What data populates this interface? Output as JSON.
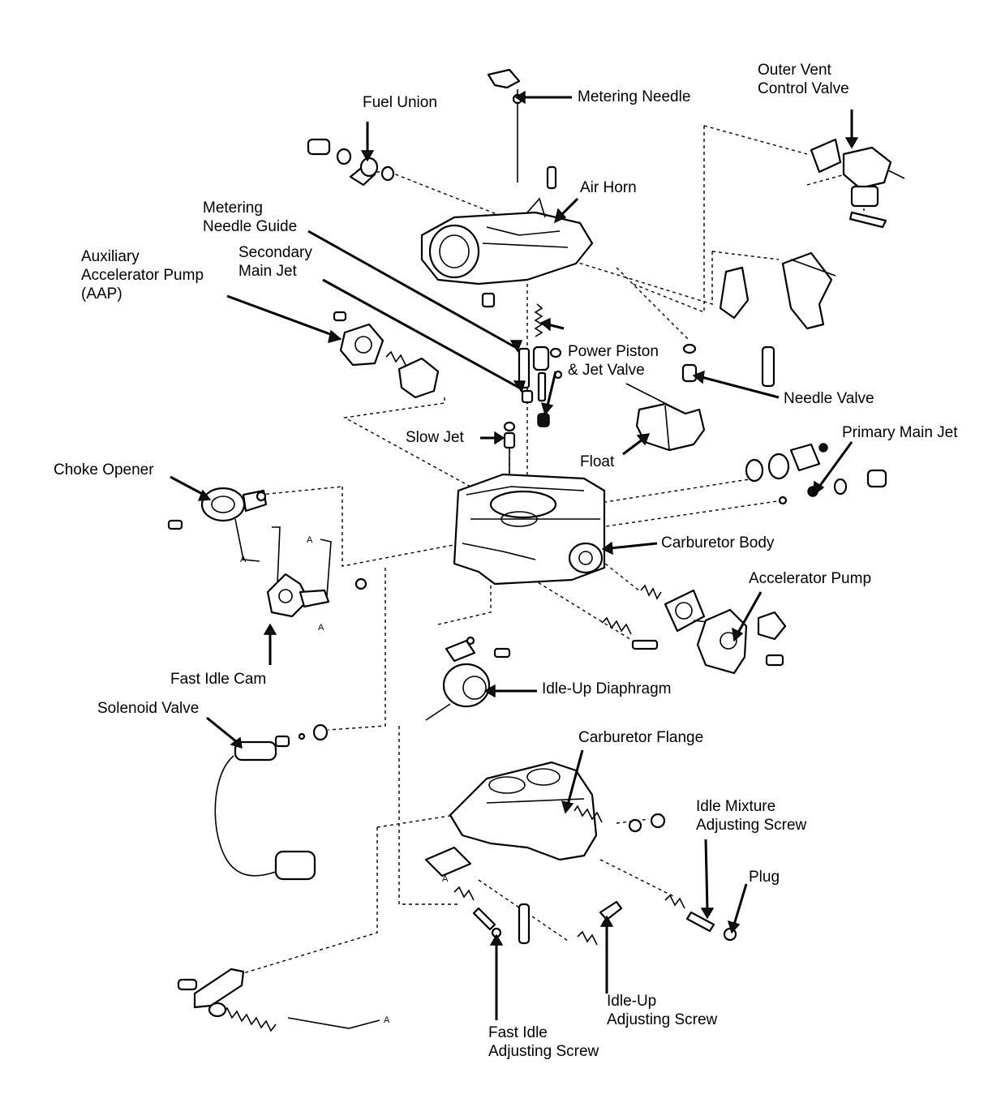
{
  "labels": {
    "fuel_union": [
      "Fuel Union"
    ],
    "metering_needle": [
      "Metering Needle"
    ],
    "outer_vent_control_valve": [
      "Outer Vent",
      "Control Valve"
    ],
    "air_horn": [
      "Air Horn"
    ],
    "metering_needle_guide": [
      "Metering",
      "Needle Guide"
    ],
    "secondary_main_jet": [
      "Secondary",
      "Main Jet"
    ],
    "auxiliary_accelerator_pump": [
      "Auxiliary",
      "Accelerator Pump",
      "(AAP)"
    ],
    "power_piston_jet_valve": [
      "Power Piston",
      "& Jet Valve"
    ],
    "needle_valve": [
      "Needle Valve"
    ],
    "slow_jet": [
      "Slow Jet"
    ],
    "primary_main_jet": [
      "Primary Main Jet"
    ],
    "float": [
      "Float"
    ],
    "choke_opener": [
      "Choke Opener"
    ],
    "carburetor_body": [
      "Carburetor Body"
    ],
    "accelerator_pump": [
      "Accelerator Pump"
    ],
    "fast_idle_cam": [
      "Fast Idle Cam"
    ],
    "idle_up_diaphragm": [
      "Idle-Up Diaphragm"
    ],
    "solenoid_valve": [
      "Solenoid Valve"
    ],
    "carburetor_flange": [
      "Carburetor Flange"
    ],
    "idle_mixture_adjusting_screw": [
      "Idle Mixture",
      "Adjusting Screw"
    ],
    "plug": [
      "Plug"
    ],
    "idle_up_adjusting_screw": [
      "Idle-Up",
      "Adjusting Screw"
    ],
    "fast_idle_adjusting_screw": [
      "Fast Idle",
      "Adjusting Screw"
    ]
  },
  "reference_marks": [
    "A",
    "A",
    "A",
    "A",
    "A"
  ]
}
